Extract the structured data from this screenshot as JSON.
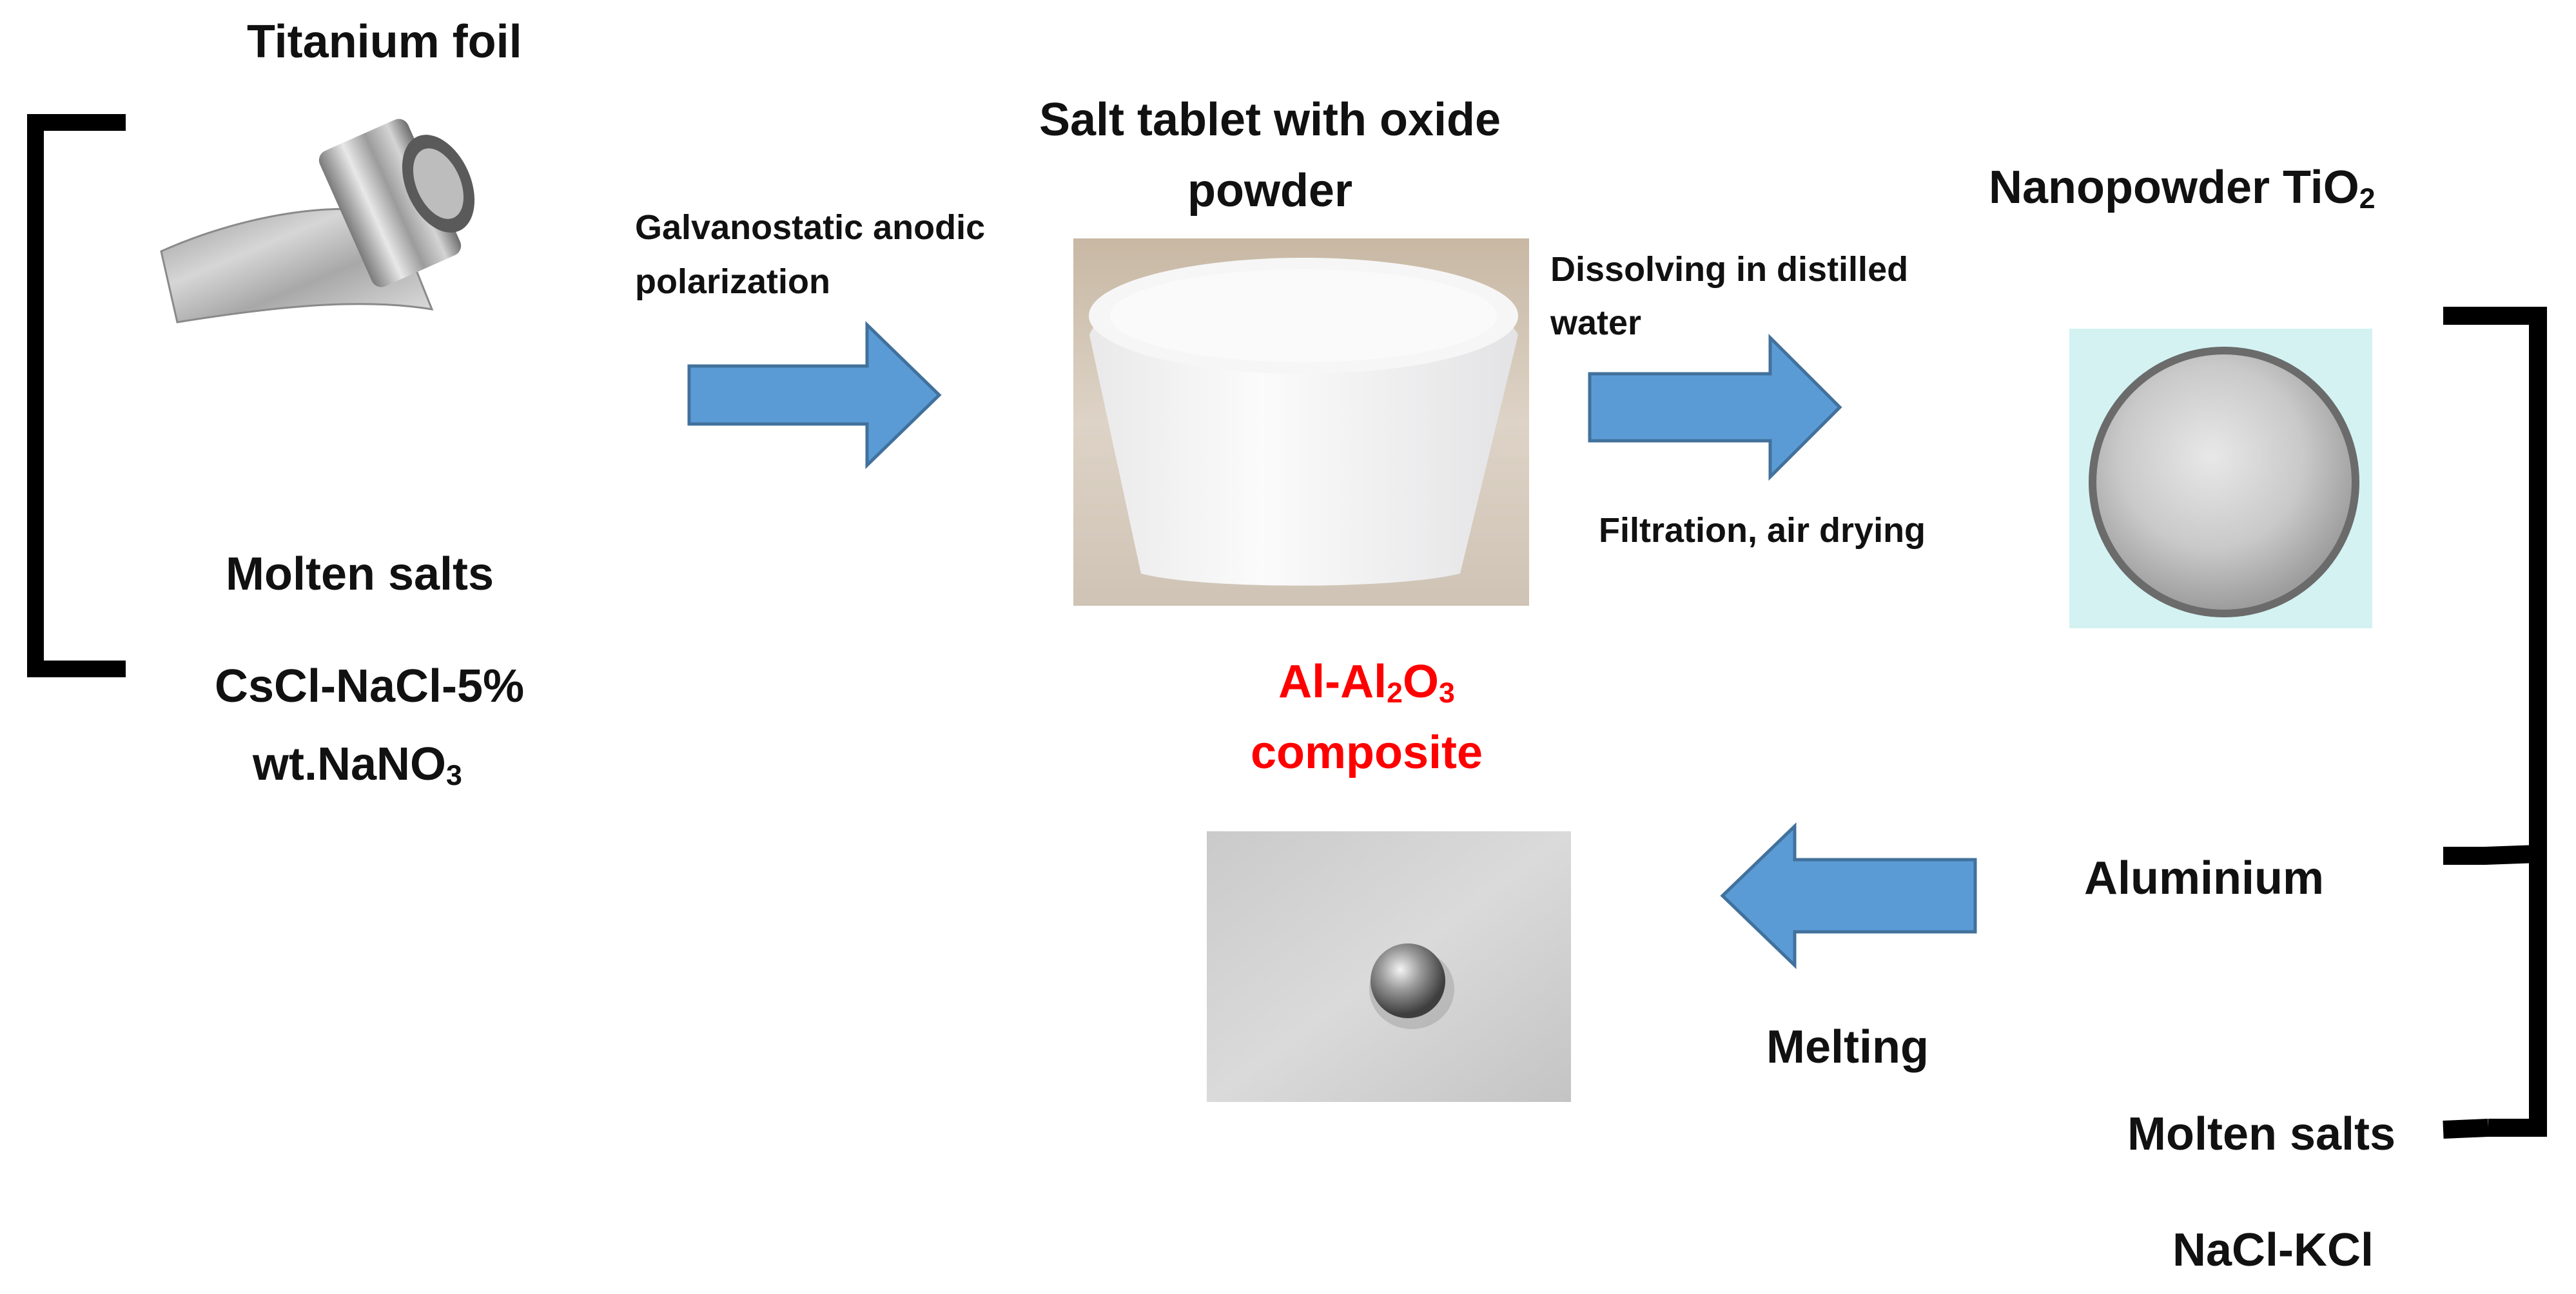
{
  "colors": {
    "arrow_fill": "#5b9bd5",
    "arrow_stroke": "#41719c",
    "highlight_text": "#ff0000",
    "bracket": "#000000"
  },
  "titanium_foil": {
    "label": "Titanium foil",
    "image_icon": "titanium-foil-roll-icon"
  },
  "first_bath": {
    "label": "Molten salts",
    "composition_line1": "CsCl-NaCl-5%",
    "composition_line2_main": "wt.NaNO",
    "composition_line2_sub": "3"
  },
  "step1": {
    "line1": "Galvanostatic anodic",
    "line2": "polarization"
  },
  "salt_tablet": {
    "line1": "Salt tablet with oxide",
    "line2": "powder",
    "image_icon": "salt-tablet-photo"
  },
  "step2": {
    "line1": "Dissolving in distilled",
    "line2": "water",
    "line3": "Filtration, air drying"
  },
  "nanopowder": {
    "label_main": "Nanopowder TiO",
    "label_sub": "2",
    "image_icon": "tio2-powder-dish-photo"
  },
  "second_bath": {
    "aluminium": "Aluminium",
    "label": "Molten salts",
    "composition": "NaCl-KCl"
  },
  "step3": {
    "label": "Melting"
  },
  "composite": {
    "line1_a": "Al-Al",
    "line1_sub1": "2",
    "line1_b": "O",
    "line1_sub2": "3",
    "line2": "composite",
    "image_icon": "al-composite-bead-photo"
  }
}
